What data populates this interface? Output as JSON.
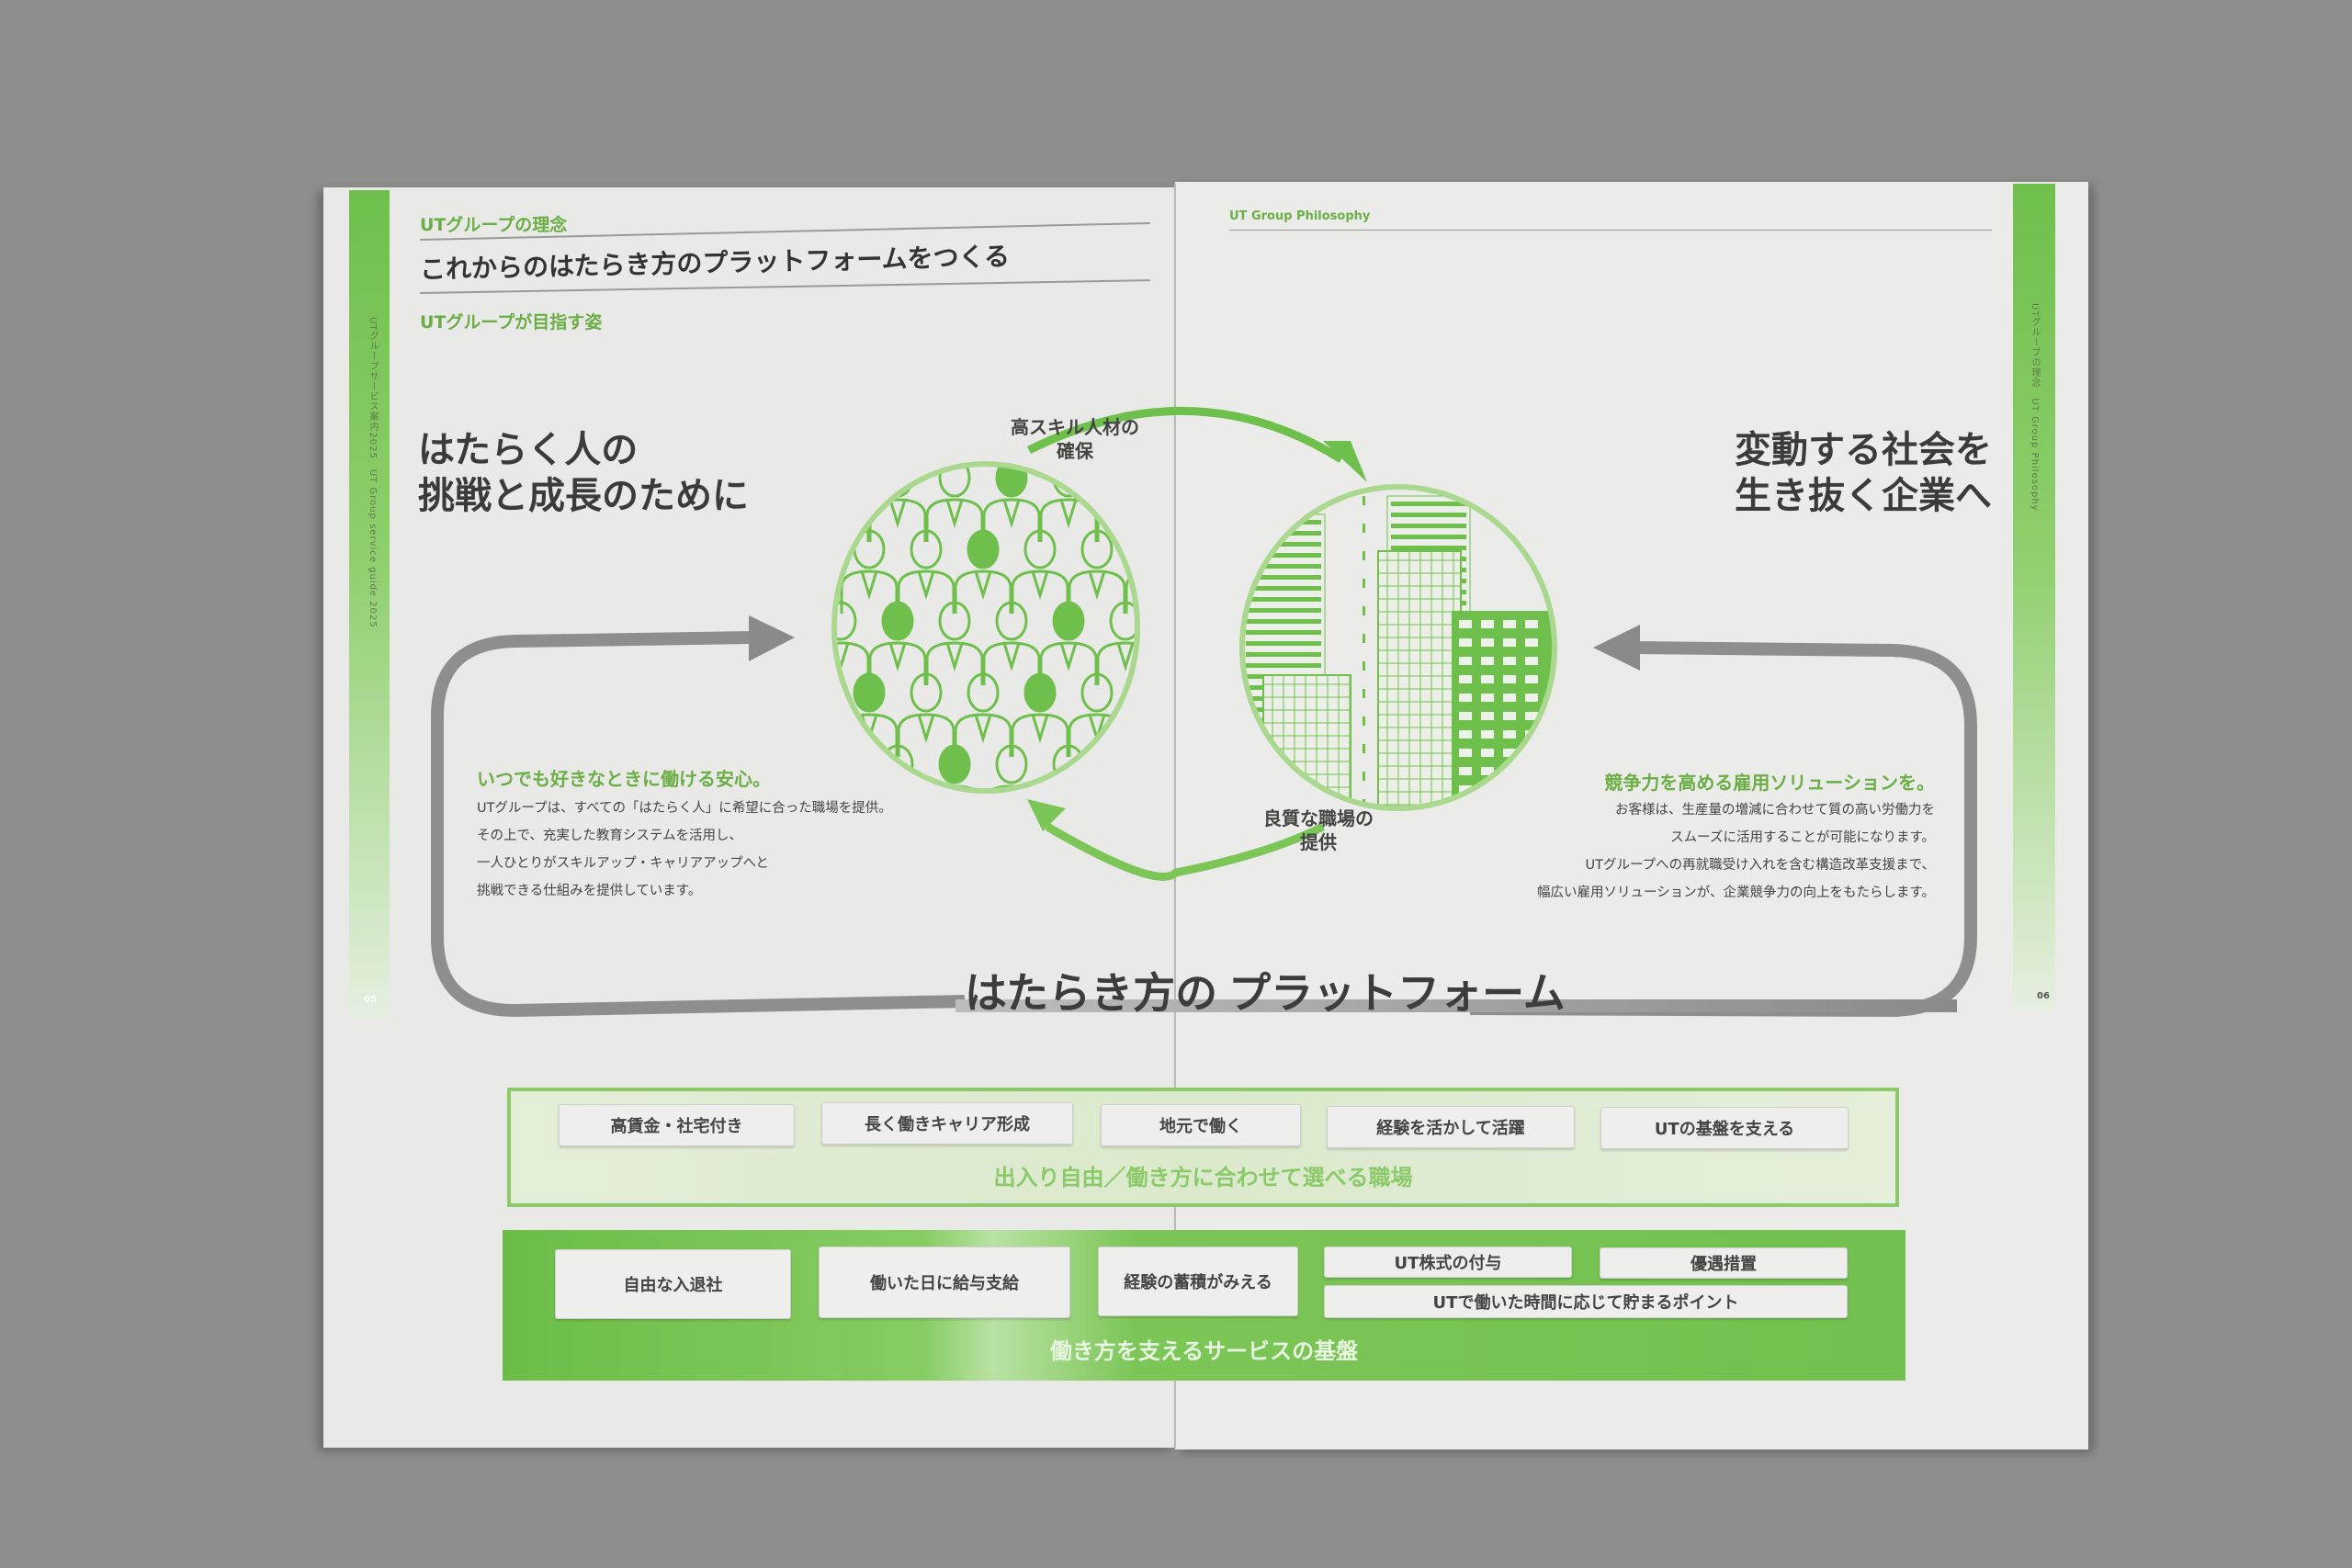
{
  "left_page": {
    "side_text": "UTグループサービス案内2025　UT Group service guide 2025",
    "section_label": "UTグループの理念",
    "title": "これからのはたらき方のプラットフォームをつくる",
    "subsection_label": "UTグループが目指す姿",
    "heading_lines": [
      "はたらく人の",
      "挑戦と成長のために"
    ],
    "block_title": "いつでも好きなときに働ける安心。",
    "block_lines": [
      "UTグループは、すべての「はたらく人」に希望に合った職場を提供。",
      "その上で、充実した教育システムを活用し、",
      "一人ひとりがスキルアップ・キャリアアップへと",
      "挑戦できる仕組みを提供しています。"
    ],
    "page_number": "05"
  },
  "right_page": {
    "header": "UT Group Philosophy",
    "side_text": "UTグループの理念　UT Group Philosophy",
    "heading_lines": [
      "変動する社会を",
      "生き抜く企業へ"
    ],
    "block_title": "競争力を高める雇用ソリューションを。",
    "block_lines": [
      "お客様は、生産量の増減に合わせて質の高い労働力を",
      "スムーズに活用することが可能になります。",
      "UTグループへの再就職受け入れを含む構造改革支援まで、",
      "幅広い雇用ソリューションが、企業競争力の向上をもたらします。"
    ],
    "page_number": "06"
  },
  "diagram": {
    "label_top": [
      "高スキル人材の",
      "確保"
    ],
    "label_bottom": [
      "良質な職場の",
      "提供"
    ],
    "platform_title_a": "はたらき方の",
    "platform_title_b": "プラットフォーム",
    "left_circle_icon": "people-crowd-icon",
    "right_circle_icon": "city-buildings-icon",
    "colors": {
      "green": "#6fbf4c",
      "light_green": "#a9d88e",
      "gray_arrow": "#8d8d8d"
    }
  },
  "workplace_box": {
    "title": "出入り自由／働き方に合わせて選べる職場",
    "chips": [
      "高賃金・社宅付き",
      "長く働きキャリア形成",
      "地元で働く",
      "経験を活かして活躍",
      "UTの基盤を支える"
    ]
  },
  "service_box": {
    "title": "働き方を支えるサービスの基盤",
    "chips": [
      "自由な入退社",
      "働いた日に給与支給",
      "経験の蓄積がみえる",
      "UT株式の付与",
      "優遇措置",
      "UTで働いた時間に応じて貯まるポイント"
    ]
  }
}
